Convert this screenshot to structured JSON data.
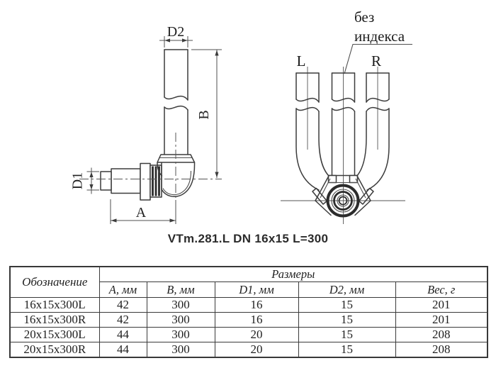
{
  "drawing": {
    "ink_color": "#3c3c3c",
    "side_view": {
      "dim_d2": "D2",
      "dim_b": "B",
      "dim_d1": "D1",
      "dim_a": "A"
    },
    "orientation_view": {
      "left_label": "L",
      "right_label": "R",
      "no_index_line1": "без",
      "no_index_line2": "индекса"
    },
    "caption": "VTm.281.L DN 16x15 L=300"
  },
  "table": {
    "designation_header": "Обозначение",
    "sizes_header": "Размеры",
    "columns": [
      "A, мм",
      "B, мм",
      "D1, мм",
      "D2, мм",
      "Вес, г"
    ],
    "rows": [
      {
        "designation": "16x15x300L",
        "a_mm": "42",
        "b_mm": "300",
        "d1_mm": "16",
        "d2_mm": "15",
        "weight_g": "201"
      },
      {
        "designation": "16x15x300R",
        "a_mm": "42",
        "b_mm": "300",
        "d1_mm": "16",
        "d2_mm": "15",
        "weight_g": "201"
      },
      {
        "designation": "20x15x300L",
        "a_mm": "44",
        "b_mm": "300",
        "d1_mm": "20",
        "d2_mm": "15",
        "weight_g": "208"
      },
      {
        "designation": "20x15x300R",
        "a_mm": "44",
        "b_mm": "300",
        "d1_mm": "20",
        "d2_mm": "15",
        "weight_g": "208"
      }
    ]
  }
}
